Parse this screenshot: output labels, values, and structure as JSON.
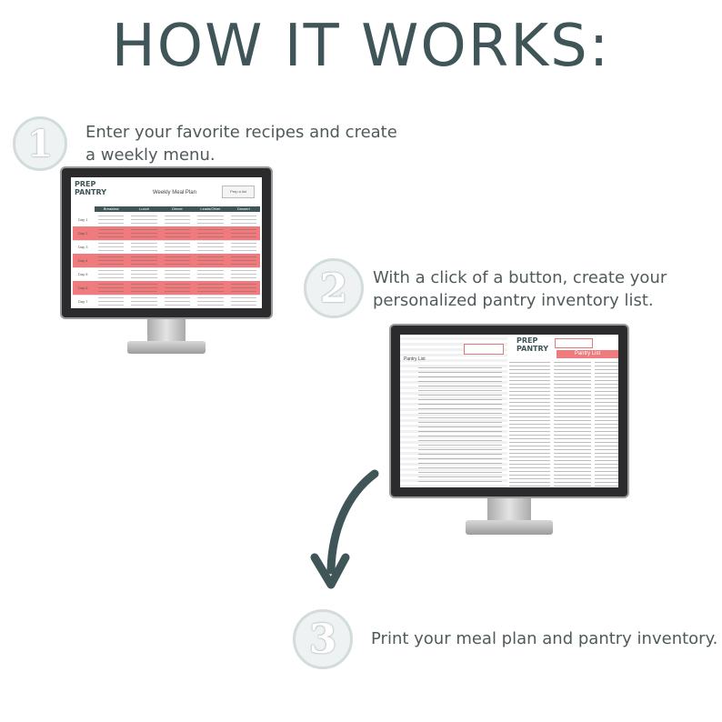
{
  "page": {
    "title": "HOW IT WORKS:"
  },
  "steps": [
    {
      "number": "1",
      "text_line1": "Enter your favorite recipes and create",
      "text_line2": "a weekly menu."
    },
    {
      "number": "2",
      "text_line1": "With a click of a button, create your",
      "text_line2": "personalized pantry inventory list."
    },
    {
      "number": "3",
      "text_line1": "Print your meal plan and pantry inventory.",
      "text_line2": ""
    }
  ],
  "meal_plan_screen": {
    "logo_line1": "PREP",
    "logo_line2": "PANTRY",
    "sheet_title": "Weekly Meal Plan",
    "button_label": "Prep a list",
    "columns": [
      "Breakfast",
      "Lunch",
      "Dinner",
      "Leads/Other",
      "Dessert"
    ],
    "days": [
      "Day 1",
      "Day 2",
      "Day 3",
      "Day 4",
      "Day 5",
      "Day 6",
      "Day 7"
    ]
  },
  "pantry_screen": {
    "logo_line1": "PREP",
    "logo_line2": "PANTRY",
    "tab_label": "Pantry List",
    "banner_title": "Pantry List"
  },
  "colors": {
    "title": "#3f5558",
    "accent_pink": "#ef7b7e",
    "header_teal": "#3f5558",
    "badge_fill": "#eef2f2"
  },
  "icons": {
    "arrow": "curved-down-arrow-icon",
    "monitor": "desktop-monitor-icon"
  }
}
